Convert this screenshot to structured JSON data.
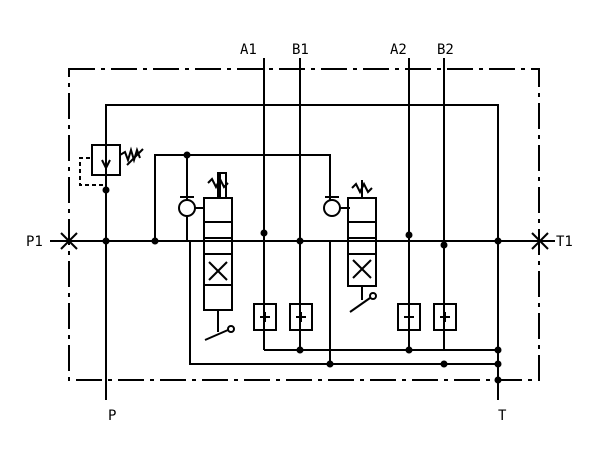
{
  "diagram": {
    "ports": {
      "a1": "A1",
      "b1": "B1",
      "a2": "A2",
      "b2": "B2",
      "p1": "P1",
      "t1": "T1",
      "p": "P",
      "t": "T"
    },
    "colors": {
      "line": "#000000",
      "background": "#ffffff"
    }
  }
}
